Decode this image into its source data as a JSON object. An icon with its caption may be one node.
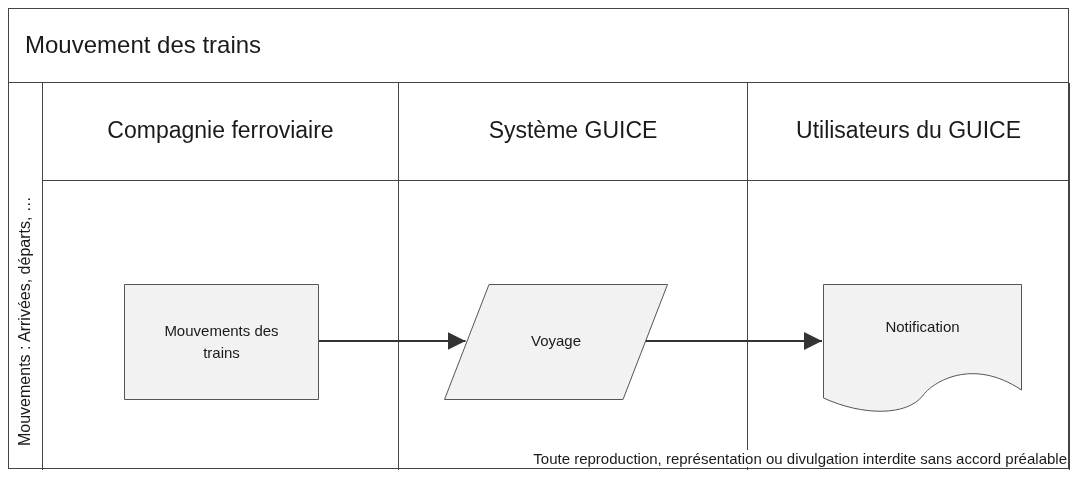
{
  "diagram": {
    "nodes": [
      {
        "text": [
          "Mouvement des trains"
        ]
      },
      {
        "text": [
          "Mouvements : Arrivées, départs, …"
        ],
        "in": 0
      },
      {
        "text": [
          "Compagnie ferroviaire"
        ],
        "in": 0
      },
      {
        "text": [
          "Système GUICE"
        ],
        "in": 0
      },
      {
        "text": [
          "Utilisateurs du GUICE"
        ],
        "in": 0
      },
      {
        "text": [
          "Mouvements des trains"
        ],
        "in": 2
      },
      {
        "text": [
          "Voyage"
        ],
        "in": 3
      },
      {
        "text": [
          "Notification"
        ],
        "in": 4
      }
    ],
    "edges": [
      {
        "from": 5,
        "to": 6,
        "arrow": "to"
      },
      {
        "from": 6,
        "to": 7,
        "arrow": "to"
      }
    ],
    "labels": [
      "Toute reproduction, représentation ou divulgation interdite sans accord préalable"
    ]
  }
}
